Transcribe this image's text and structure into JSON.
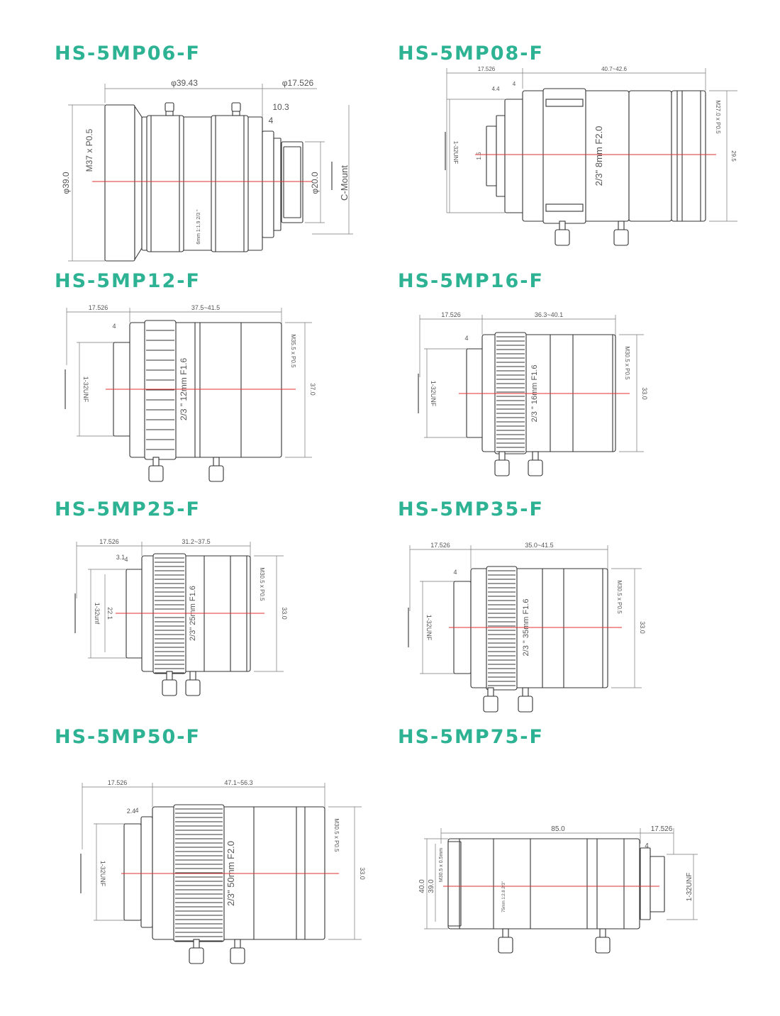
{
  "accent_color": "#2db393",
  "axis_color": "#e03030",
  "lenses": [
    {
      "title": "HS-5MP06-F",
      "labels": {
        "top1": "φ39.43",
        "top2": "φ17.526",
        "d103": "10.3",
        "d4": "4",
        "phi39": "φ39.0",
        "thread": "M37 x P0.5",
        "phi20": "φ20.0",
        "mount": "C-Mount",
        "engrave": "6mm 1:1.9 2/3 \""
      }
    },
    {
      "title": "HS-5MP08-F",
      "labels": {
        "top1": "17.526",
        "top2": "40.7~42.6",
        "d44": "4.4",
        "d4": "4",
        "unf": "1-32UNF",
        "d15": "1.5",
        "focal": "2/3\"  8mm  F2.0",
        "thread": "M27.0 x P0.5",
        "h": "29.5"
      }
    },
    {
      "title": "HS-5MP12-F",
      "labels": {
        "top1": "17.526",
        "top2": "37.5~41.5",
        "d4": "4",
        "unf": "1-32UNF",
        "focal": "2/3 \"  12mm F1.6",
        "thread": "M35.5 x P0.5",
        "h": "37.0"
      }
    },
    {
      "title": "HS-5MP16-F",
      "labels": {
        "top1": "17.526",
        "top2": "36.3~40.1",
        "d4": "4",
        "unf": "1-32UNF",
        "focal": "2/3 \"  16mm F1.6",
        "thread": "M30.5 x P0.5",
        "h": "33.0"
      }
    },
    {
      "title": "HS-5MP25-F",
      "labels": {
        "top1": "17.526",
        "top2": "31.2~37.5",
        "d31": "3.1",
        "d4": "4",
        "unf": "1-32unf",
        "d221": "22.1",
        "focal": "2/3\"  25mm F1.6",
        "thread": "M30.5 x P0.5",
        "h": "33.0"
      }
    },
    {
      "title": "HS-5MP35-F",
      "labels": {
        "top1": "17.526",
        "top2": "35.0~41.5",
        "d4": "4",
        "unf": "1-32UNF",
        "focal": "2/3 \"  35mm F1.6",
        "thread": "M30.5 x P0.5",
        "h": "33.0"
      }
    },
    {
      "title": "HS-5MP50-F",
      "labels": {
        "top1": "17.526",
        "top2": "47.1~56.3",
        "d24": "2.4",
        "d4": "4",
        "unf": "1-32UNF",
        "focal": "2/3\"  50mm  F2.0",
        "thread": "M30.5 x P0.5",
        "h": "33.0"
      }
    },
    {
      "title": "HS-5MP75-F",
      "labels": {
        "top1": "85.0",
        "top2": "17.526",
        "d4": "4",
        "d40": "40.0",
        "d39": "39.0",
        "thread": "M30.5 x 0.5mm",
        "unf": "1-32UNF",
        "engrave": "75mm 1:2.8 2/3\""
      }
    }
  ]
}
